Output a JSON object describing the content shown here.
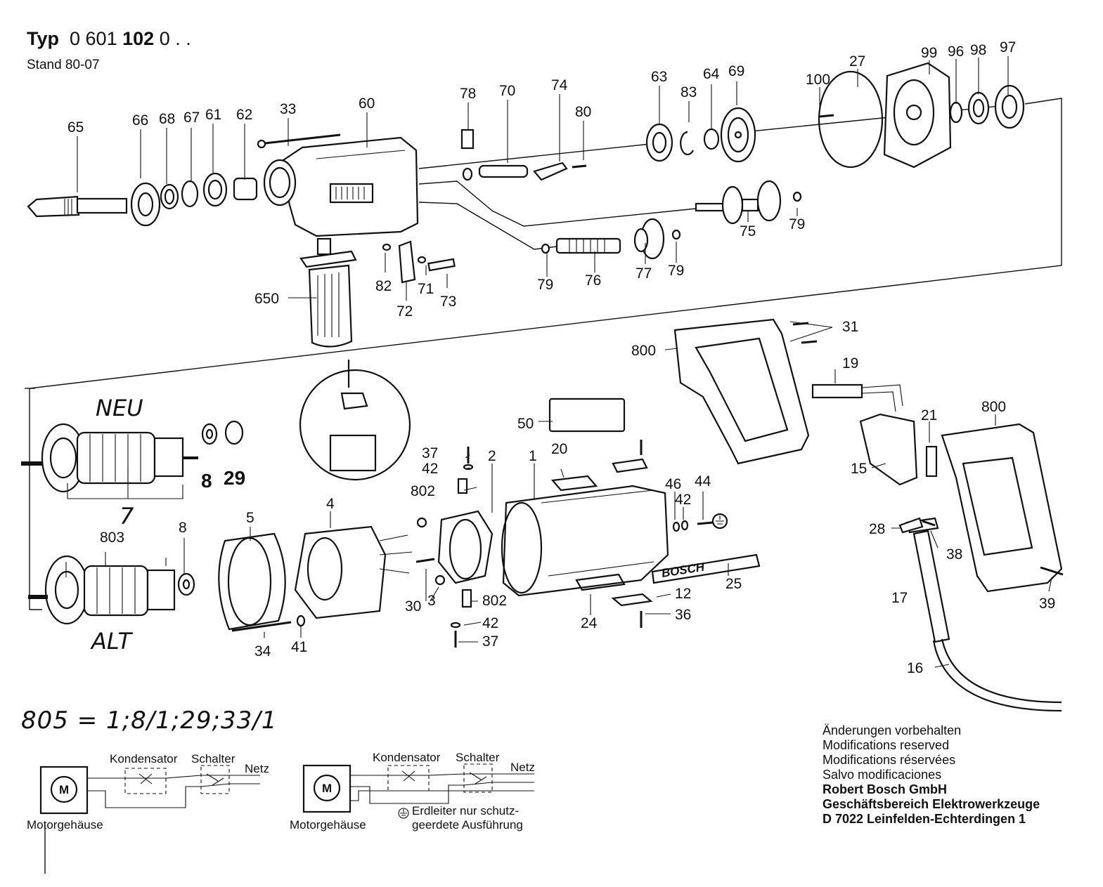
{
  "header": {
    "typ_label": "Typ",
    "typ_code_a": "0 601",
    "typ_code_b": "102",
    "typ_code_c": "0 . .",
    "stand": "Stand 80-07"
  },
  "variants": {
    "new": "NEU",
    "old": "ALT"
  },
  "formula": "805 = 1;8/1;29;33/1",
  "part_numbers": {
    "p65": "65",
    "p66": "66",
    "p68": "68",
    "p67": "67",
    "p61": "61",
    "p62": "62",
    "p33": "33",
    "p60": "60",
    "p78": "78",
    "p70": "70",
    "p74": "74",
    "p80": "80",
    "p63": "63",
    "p83": "83",
    "p64": "64",
    "p69": "69",
    "p100": "100",
    "p27": "27",
    "p99": "99",
    "p96": "96",
    "p98": "98",
    "p97": "97",
    "p75": "75",
    "p79a": "79",
    "p79b": "79",
    "p79c": "79",
    "p76": "76",
    "p77": "77",
    "p82": "82",
    "p71": "71",
    "p73": "73",
    "p72": "72",
    "p650": "650",
    "p31": "31",
    "p800a": "800",
    "p19": "19",
    "p800b": "800",
    "p21": "21",
    "p15": "15",
    "p8a": "8",
    "p29": "29",
    "p7": "7",
    "p803": "803",
    "p8b": "8",
    "p5": "5",
    "p4": "4",
    "p37a": "37",
    "p42a": "42",
    "p2": "2",
    "p802a": "802",
    "p1": "1",
    "p50": "50",
    "p20": "20",
    "p46": "46",
    "p42b": "42",
    "p44": "44",
    "p28": "28",
    "p38": "38",
    "p30": "30",
    "p3": "3",
    "p802b": "802",
    "p42c": "42",
    "p37b": "37",
    "p34": "34",
    "p41": "41",
    "p24": "24",
    "p12": "12",
    "p36": "36",
    "p25": "25",
    "p17": "17",
    "p39": "39",
    "p16": "16"
  },
  "brand_plate": "BOSCH",
  "circuit": {
    "left": {
      "capacitor": "Kondensator",
      "switch": "Schalter",
      "mains": "Netz",
      "motor_housing": "Motorgehäuse",
      "motor": "M"
    },
    "right": {
      "capacitor": "Kondensator",
      "switch": "Schalter",
      "mains": "Netz",
      "motor_housing": "Motorgehäuse",
      "motor": "M",
      "earth_note_1": "Erdleiter nur schutz-",
      "earth_note_2": "geerdete Ausführung"
    }
  },
  "notes": {
    "line1": "Änderungen vorbehalten",
    "line2": "Modifications reserved",
    "line3": "Modifications réservées",
    "line4": "Salvo modificaciones",
    "company": "Robert Bosch GmbH",
    "division": "Geschäftsbereich Elektrowerkzeuge",
    "address": "D 7022 Leinfelden-Echterdingen 1"
  }
}
